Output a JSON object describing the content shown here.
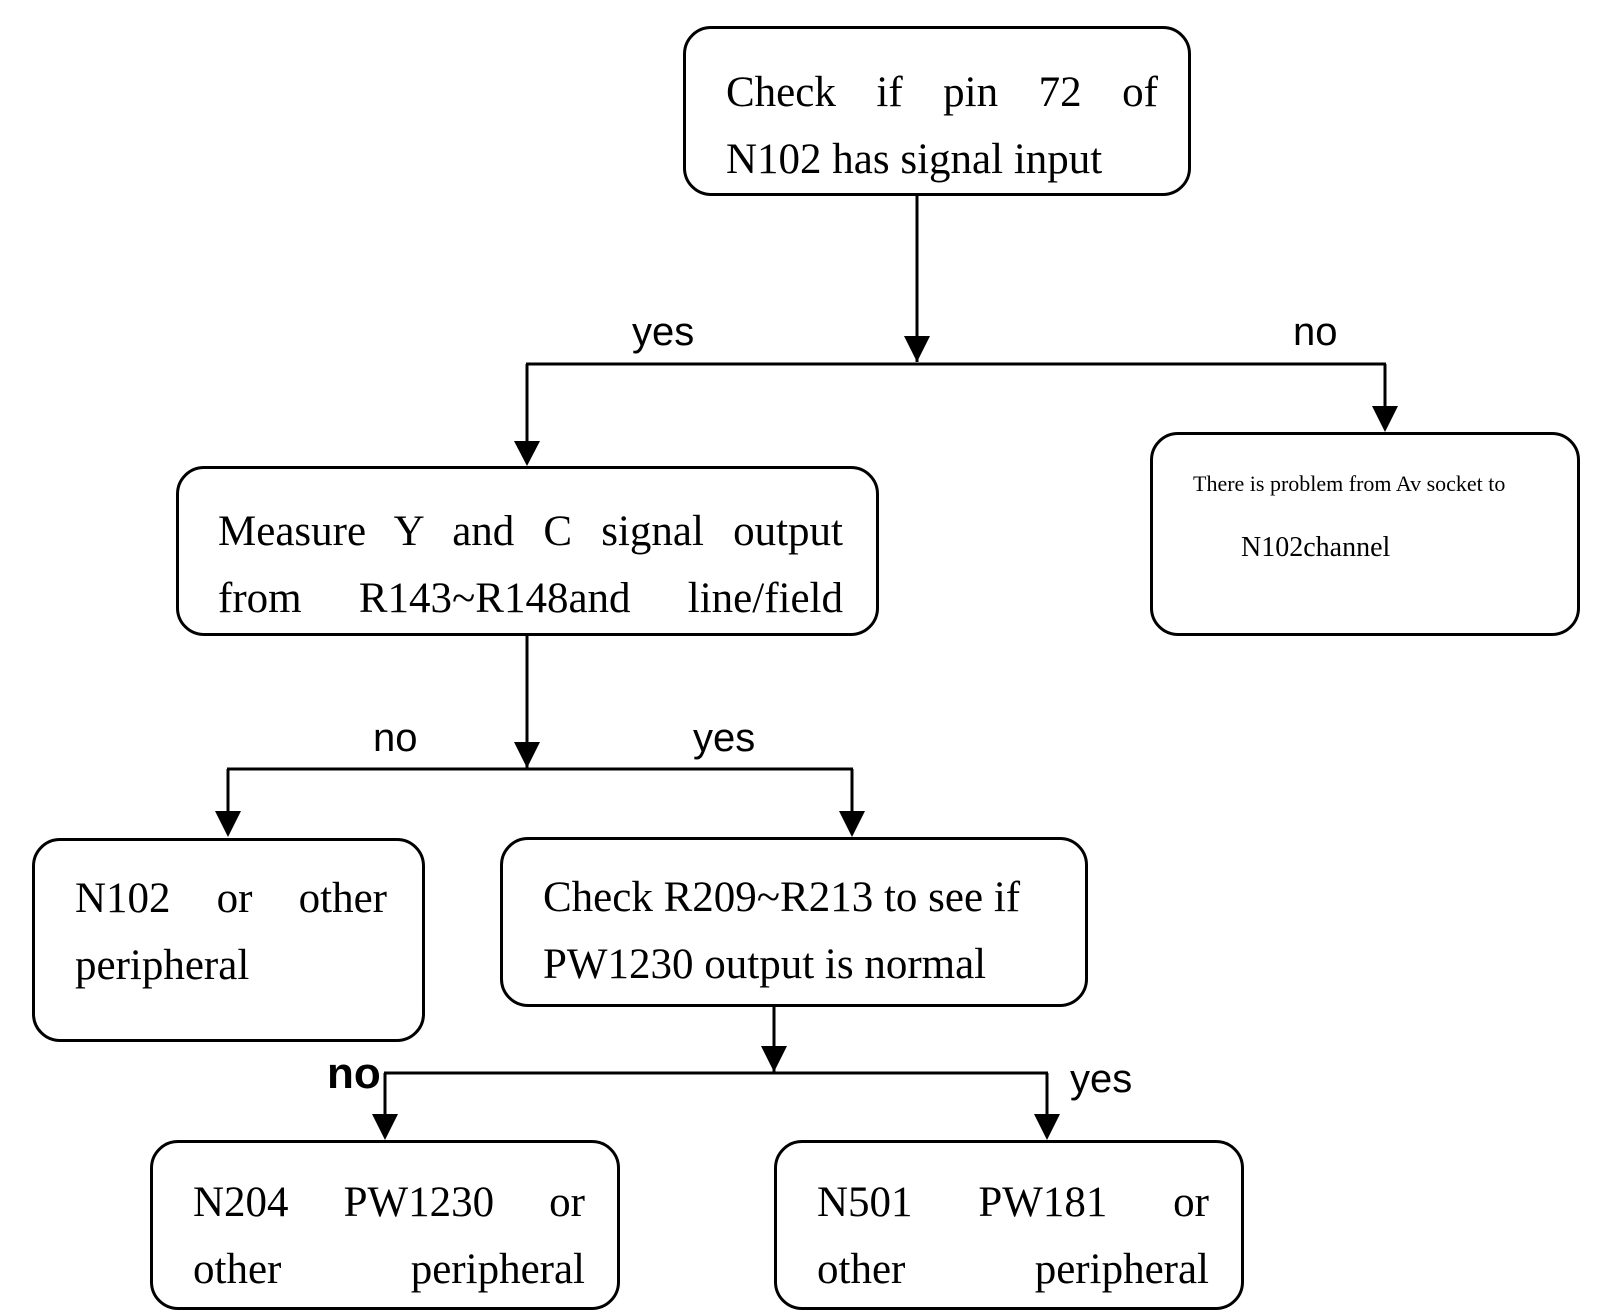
{
  "nodes": {
    "check_pin72": {
      "lines": [
        "Check if pin 72 of",
        "N102 has signal input"
      ]
    },
    "measure_yc": {
      "lines": [
        "Measure Y and C signal output",
        "from R143~R148and line/field"
      ]
    },
    "av_socket_problem": {
      "lines": [
        "There is problem from Av socket to",
        "N102channel"
      ]
    },
    "n102_peripheral": {
      "lines": [
        "N102 or other",
        "peripheral"
      ]
    },
    "check_r209": {
      "lines": [
        "Check R209~R213 to see if",
        "PW1230 output is normal"
      ]
    },
    "n204_pw1230": {
      "lines": [
        "N204 PW1230 or",
        "other peripheral"
      ]
    },
    "n501_pw181": {
      "lines": [
        "N501 PW181 or",
        "other peripheral"
      ]
    }
  },
  "labels": {
    "top_yes": "yes",
    "top_no": "no",
    "mid_no": "no",
    "mid_yes": "yes",
    "bottom_no": "no",
    "bottom_yes": "yes"
  }
}
